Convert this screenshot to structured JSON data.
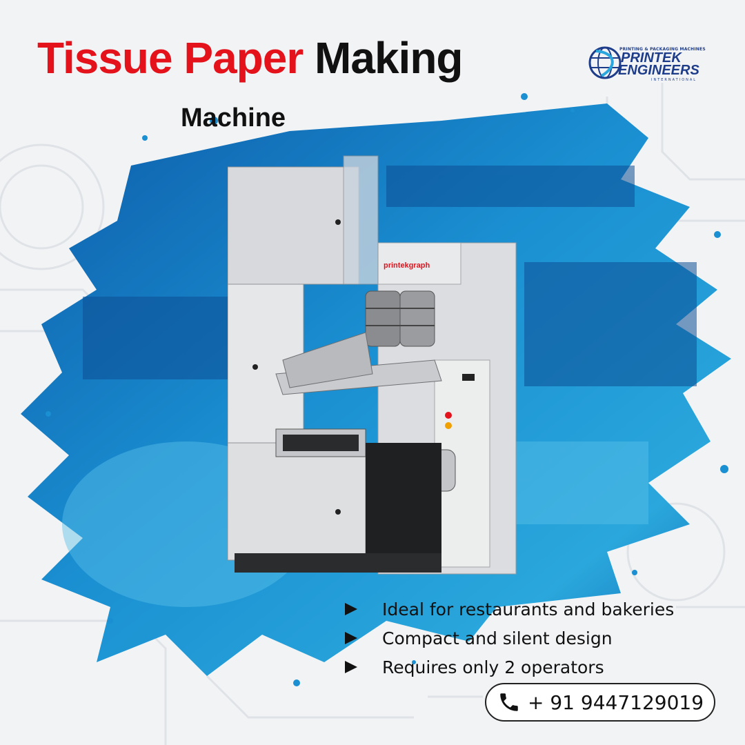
{
  "title": {
    "part1": "Tissue Paper",
    "part2": "Making"
  },
  "subtitle": "Machine",
  "logo": {
    "tagline": "PRINTING & PACKAGING MACHINES",
    "line1": "PRINTEK",
    "line2": "ENGINEERS",
    "sub": "INTERNATIONAL"
  },
  "machine": {
    "brand_label": "printekgraph"
  },
  "features": [
    "Ideal for restaurants and bakeries",
    "Compact and silent design",
    "Requires only 2 operators"
  ],
  "contact": {
    "phone": "+ 91 9447129019",
    "icon": "phone-icon"
  },
  "colors": {
    "accent_red": "#e4121b",
    "brand_blue": "#1d3c8a",
    "splash_blue": "#1a8fd1"
  }
}
